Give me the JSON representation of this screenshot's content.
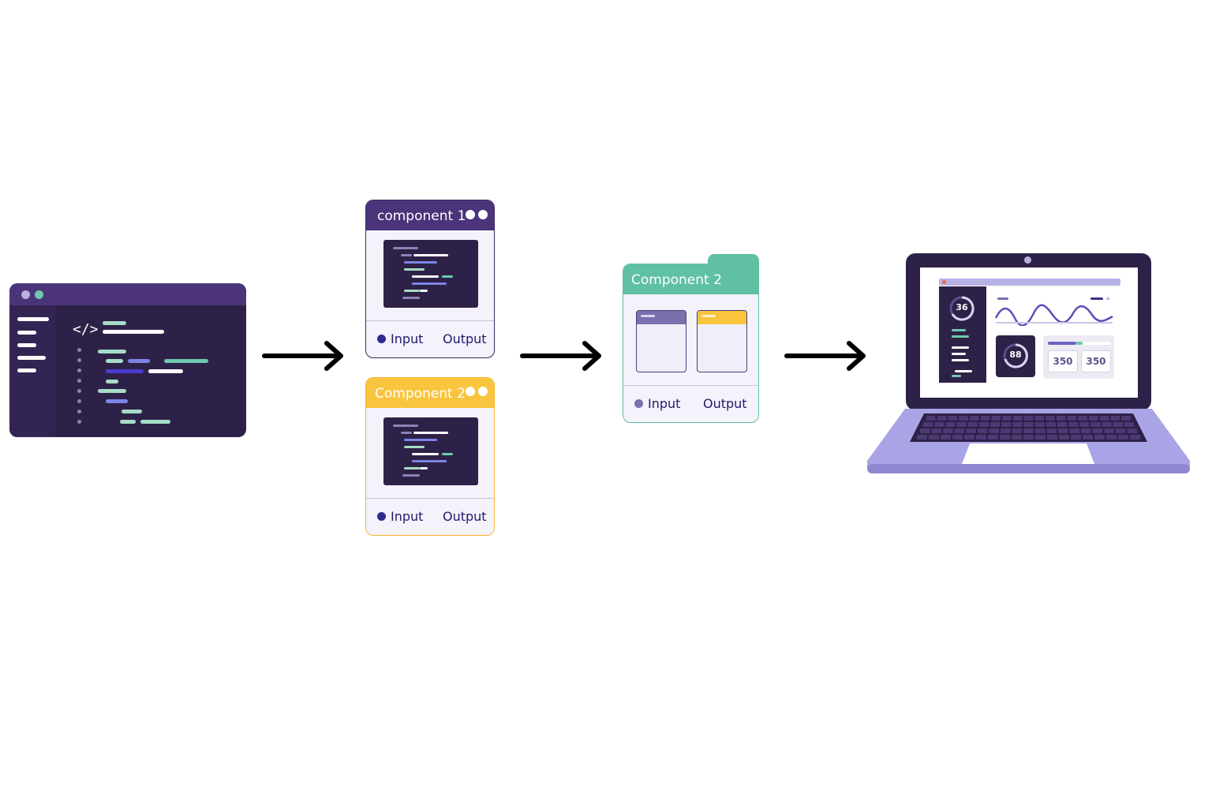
{
  "editor": {
    "icon": "code-brackets-icon",
    "code_symbol": "</>"
  },
  "components": [
    {
      "id": "component1",
      "title": "component 1",
      "color": "#4b3479",
      "input_label": "Input",
      "output_label": "Output"
    },
    {
      "id": "component2a",
      "title": "Component 2",
      "color": "#f9c53f",
      "input_label": "Input",
      "output_label": "Output"
    },
    {
      "id": "component2b",
      "title": "Component 2",
      "color": "#5fc0a4",
      "input_label": "Input",
      "output_label": "Output"
    }
  ],
  "dashboard": {
    "gauge_left": "36",
    "gauge_tile": "88",
    "stat_1": "350",
    "stat_2": "350"
  },
  "colors": {
    "purple_dark": "#2e2147",
    "purple": "#4b3479",
    "lavender": "#a9a4e6",
    "teal": "#5fc0a4",
    "yellow": "#f9c53f",
    "arrow": "#000000"
  }
}
